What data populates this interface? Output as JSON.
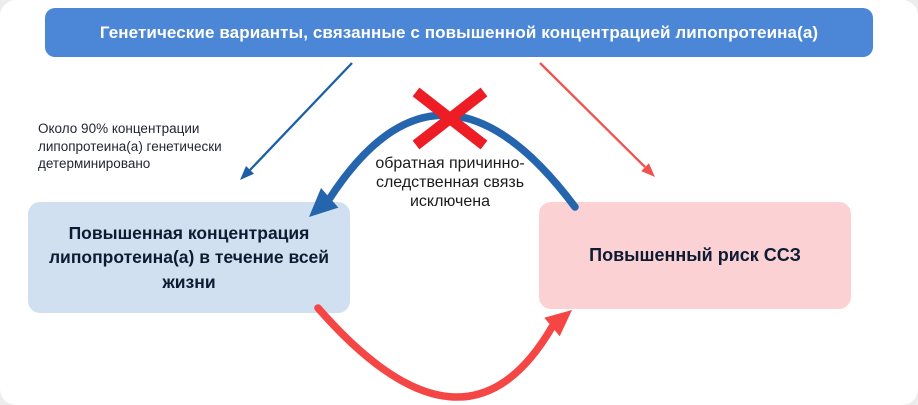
{
  "banner": {
    "label": "Генетические варианты, связанные с повышенной концентрацией липопротеина(а)",
    "bg_color": "#4c87d7",
    "text_color": "#ffffff"
  },
  "note": {
    "text": "Около 90% концентрации липопротеина(а) генетически детерминировано"
  },
  "boxes": {
    "exposure": {
      "label": "Повышенная концентрация липопротеина(а) в течение всей жизни",
      "bg_color": "#d0e0f0"
    },
    "outcome": {
      "label": "Повышенный риск ССЗ",
      "bg_color": "#fbd1d4"
    }
  },
  "caption": {
    "text": "обратная причинно-следственная связь исключена"
  },
  "icons": {
    "cross": "red-x-mark"
  },
  "colors": {
    "arc_blue": "#2565ad",
    "arc_red": "#f44645",
    "thin_arrow_blue": "#1d5fa6",
    "thin_arrow_red": "#f0524f",
    "cross_red": "#ee1c25",
    "box_text": "#0d1b33"
  }
}
